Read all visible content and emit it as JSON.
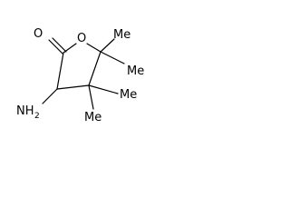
{
  "molecule": {
    "atoms": {
      "carbonyl_oxygen": "O",
      "ring_oxygen": "O",
      "amine": "NH",
      "amine_subscript": "2",
      "methyl_c5_upper": "Me",
      "methyl_c5_right": "Me",
      "methyl_c4_right": "Me",
      "methyl_c4_lower": "Me"
    }
  }
}
